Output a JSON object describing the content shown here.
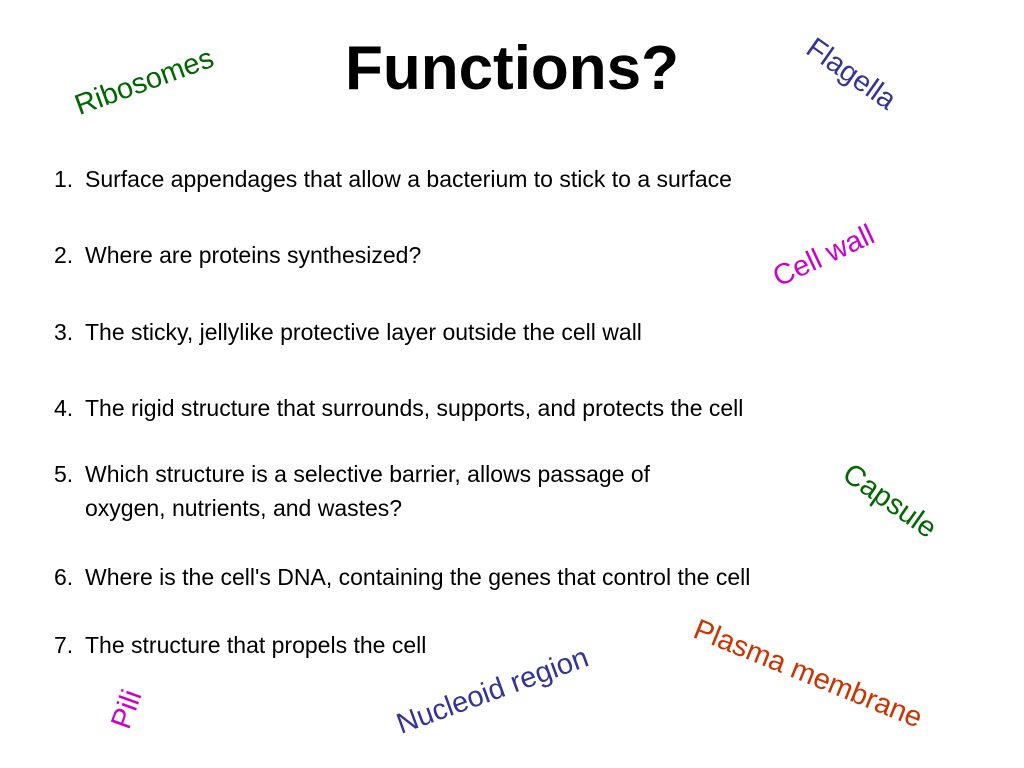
{
  "title": "Functions?",
  "questions": [
    {
      "number": "1.",
      "lines": [
        "Surface appendages that allow a bacterium to stick to a surface"
      ]
    },
    {
      "number": "2.",
      "lines": [
        "Where are proteins synthesized?"
      ]
    },
    {
      "number": "3.",
      "lines": [
        "The sticky, jellylike protective layer outside the cell wall"
      ]
    },
    {
      "number": "4.",
      "lines": [
        "The rigid structure that surrounds, supports, and protects the cell"
      ]
    },
    {
      "number": "5.",
      "lines": [
        "Which structure is a selective barrier, allows passage of",
        "oxygen, nutrients, and wastes?"
      ]
    },
    {
      "number": "6.",
      "lines": [
        "Where is the cell's DNA, containing the genes that control the cell"
      ]
    },
    {
      "number": "7.",
      "lines": [
        "The structure that propels the cell"
      ]
    }
  ],
  "terms": {
    "ribosomes": {
      "label": "Ribosomes",
      "color": "#006600"
    },
    "flagella": {
      "label": "Flagella",
      "color": "#333399"
    },
    "cell_wall": {
      "label": "Cell wall",
      "color": "#CC00CC"
    },
    "capsule": {
      "label": "Capsule",
      "color": "#006600"
    },
    "plasma_membrane": {
      "label": "Plasma membrane",
      "color": "#CC3300"
    },
    "nucleoid_region": {
      "label": "Nucleoid region",
      "color": "#333399"
    },
    "pili": {
      "label": "Pili",
      "color": "#CC00CC"
    }
  }
}
